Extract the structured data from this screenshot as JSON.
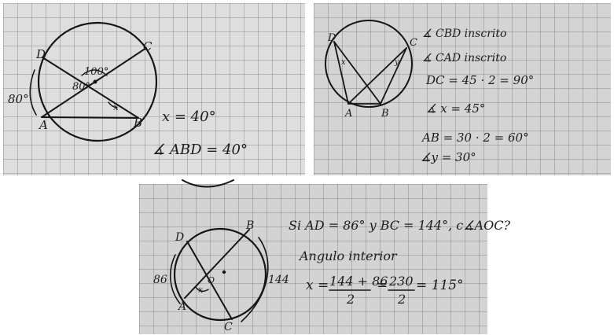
{
  "photo1": {
    "points": {
      "D": "D",
      "C": "C",
      "A": "A",
      "B": "B"
    },
    "angle_x": "x",
    "angles": {
      "top": "100°",
      "left": "80°",
      "arc": "80°"
    },
    "equations": [
      "x = 40°",
      "∡ ABD = 40°"
    ]
  },
  "photo2": {
    "points": {
      "D": "D",
      "C": "C",
      "A": "A",
      "B": "B"
    },
    "marks": {
      "left": "x",
      "right": "y"
    },
    "lines": [
      "∡ CBD inscrito",
      "∡ CAD inscrito",
      "DC = 45 · 2 = 90°",
      "∡ x = 45°",
      "AB = 30 · 2 = 60°",
      "∡y = 30°"
    ]
  },
  "photo3": {
    "points": {
      "D": "D",
      "B": "B",
      "A": "A",
      "C": "C",
      "O": "O"
    },
    "angle_x": "x",
    "arc_left": "86",
    "arc_right": "144",
    "question": "Si AD = 86° y BC = 144°, c∡AOC?",
    "label": "Angulo interior",
    "eq_x": "x =",
    "frac1_num": "144 + 86",
    "frac1_den": "2",
    "eq_mid": "=",
    "frac2_num": "230",
    "frac2_den": "2",
    "eq_result": "= 115°"
  }
}
